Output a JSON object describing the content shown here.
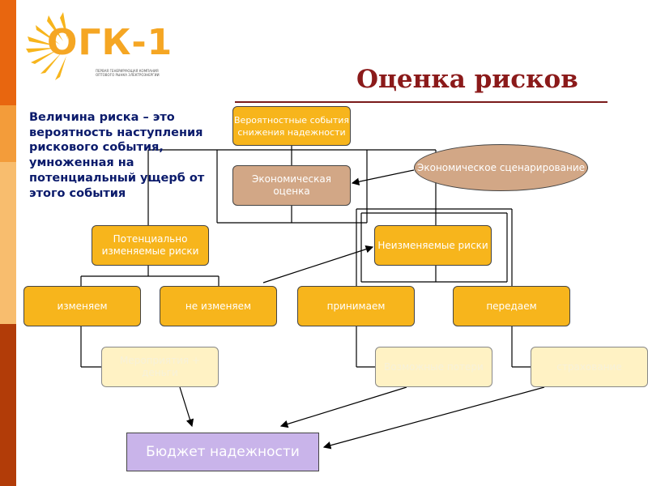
{
  "colors": {
    "sidebar": [
      "#e8660f",
      "#f39c3a",
      "#f8bd6e",
      "#b23c08"
    ],
    "node_orange": "#f7b51c",
    "node_tan": "#d2a786",
    "node_cream": "#fff2c4",
    "budget": "#c9b4ea",
    "title": "#8b1a1a",
    "left_text": "#0a1a6b"
  },
  "logo": {
    "text": "ОГК-1",
    "subtitle": "ПЕРВАЯ ГЕНЕРИРУЮЩАЯ КОМПАНИЯ ОПТОВОГО РЫНКА ЭЛЕКТРОЭНЕРГИИ"
  },
  "title": "Оценка рисков",
  "definition": "Величина риска – это вероятность наступления рискового события, умноженная на потенциальный ущерб от этого события",
  "nodes": {
    "prob_events": "Вероятностные события снижения надежности",
    "econ_eval": "Экономическая оценка",
    "econ_scen": "Экономическое сценарирование",
    "potential": "Потенциально изменяемые риски",
    "fixed": "Неизменяемые риски",
    "change": "изменяем",
    "no_change": "не изменяем",
    "accept": "принимаем",
    "transfer": "передаем",
    "measures": "Мероприятия + деньги",
    "losses": "Возможные потери",
    "insurance": "страхование",
    "budget": "Бюджет надежности"
  }
}
